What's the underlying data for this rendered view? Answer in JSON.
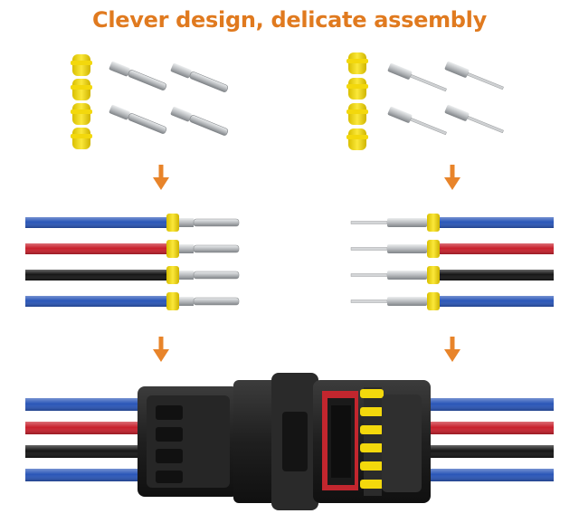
{
  "headline": {
    "text": "Clever design, delicate assembly",
    "color": "#e07a1f"
  },
  "colors": {
    "arrow": "#e8842a",
    "seal": "#f3d80c",
    "seal_shadow": "#c9b000",
    "metal": "#c9cbcd",
    "metal_dark": "#8a8d90",
    "housing": "#1e1e1e",
    "housing_light": "#3a3a3a",
    "lock_red": "#c2262e",
    "wire_blue": "#2a56b8",
    "wire_red": "#c8202c",
    "wire_black": "#161616"
  },
  "wires": {
    "left_order": [
      "blue",
      "red",
      "black",
      "blue"
    ],
    "right_order": [
      "blue",
      "red",
      "black",
      "blue"
    ]
  },
  "icons": {
    "arrow": "arrow-down-icon"
  }
}
